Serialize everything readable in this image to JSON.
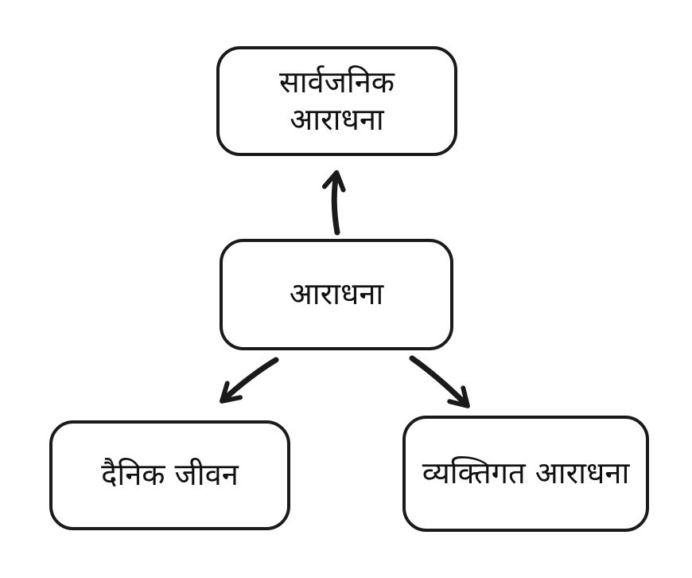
{
  "diagram": {
    "background_color": "#ffffff",
    "stroke_color": "#1a1a1a",
    "text_color": "#111111",
    "nodes": {
      "top": {
        "label": "सार्वजनिक आराधना"
      },
      "center": {
        "label": "आराधना"
      },
      "bottom_left": {
        "label": "दैनिक जीवन"
      },
      "bottom_right": {
        "label": "व्यक्तिगत आराधना"
      }
    },
    "edges": [
      {
        "from": "center",
        "to": "top",
        "direction": "up"
      },
      {
        "from": "center",
        "to": "bottom_left",
        "direction": "down-left"
      },
      {
        "from": "center",
        "to": "bottom_right",
        "direction": "down-right"
      }
    ]
  }
}
